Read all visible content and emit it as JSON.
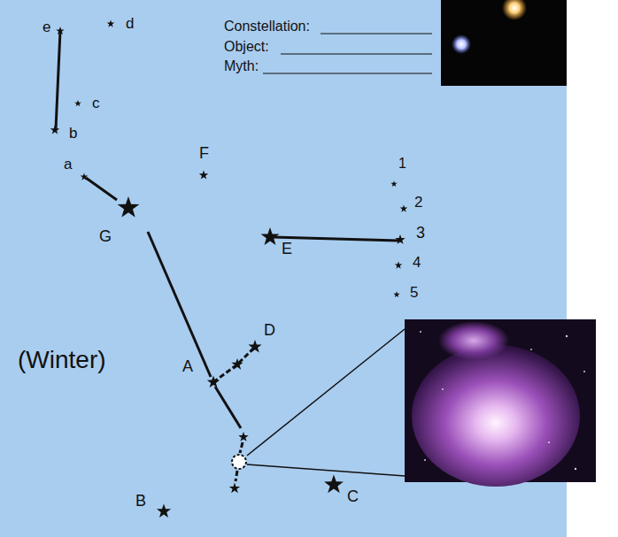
{
  "diagram": {
    "labels": [
      "Constellation:",
      "Object:",
      "Myth:",
      "d",
      "e",
      "c",
      "b",
      "a",
      "G",
      "F",
      "1",
      "2",
      "3",
      "E",
      "4",
      "5",
      "(Winter)",
      "D",
      "A",
      "B",
      "C"
    ]
  }
}
